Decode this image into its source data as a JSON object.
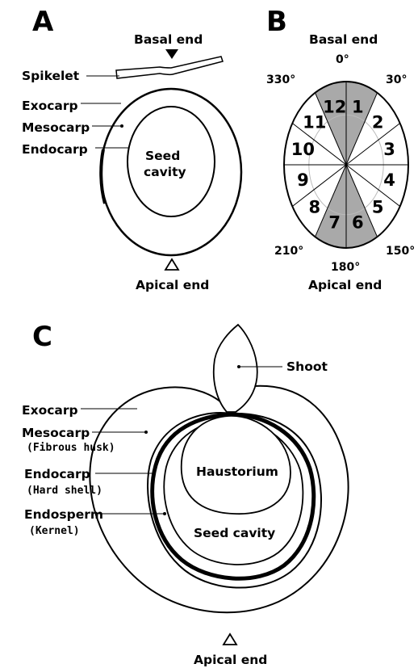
{
  "panel_a": {
    "letter": "A",
    "basal_end": "Basal end",
    "spikelet": "Spikelet",
    "exocarp": "Exocarp",
    "mesocarp": "Mesocarp",
    "endocarp": "Endocarp",
    "seed": "Seed",
    "cavity": "cavity",
    "apical_end": "Apical end"
  },
  "panel_b": {
    "letter": "B",
    "basal_end": "Basal end",
    "apical_end": "Apical end",
    "angles": [
      "0°",
      "30°",
      "150°",
      "180°",
      "210°",
      "330°"
    ],
    "sectors": [
      "1",
      "2",
      "3",
      "4",
      "5",
      "6",
      "7",
      "8",
      "9",
      "10",
      "11",
      "12"
    ],
    "shaded_sectors": [
      "1",
      "6",
      "7",
      "12"
    ],
    "shade_color": "#a9a9a9"
  },
  "panel_c": {
    "letter": "C",
    "shoot": "Shoot",
    "exocarp": "Exocarp",
    "mesocarp": "Mesocarp",
    "mesocarp_note": "(Fibrous husk)",
    "endocarp": "Endocarp",
    "endocarp_note": "(Hard shell)",
    "endosperm": "Endosperm",
    "endosperm_note": "(Kernel)",
    "haustorium": "Haustorium",
    "seed_cavity": "Seed cavity",
    "apical_end": "Apical end"
  }
}
